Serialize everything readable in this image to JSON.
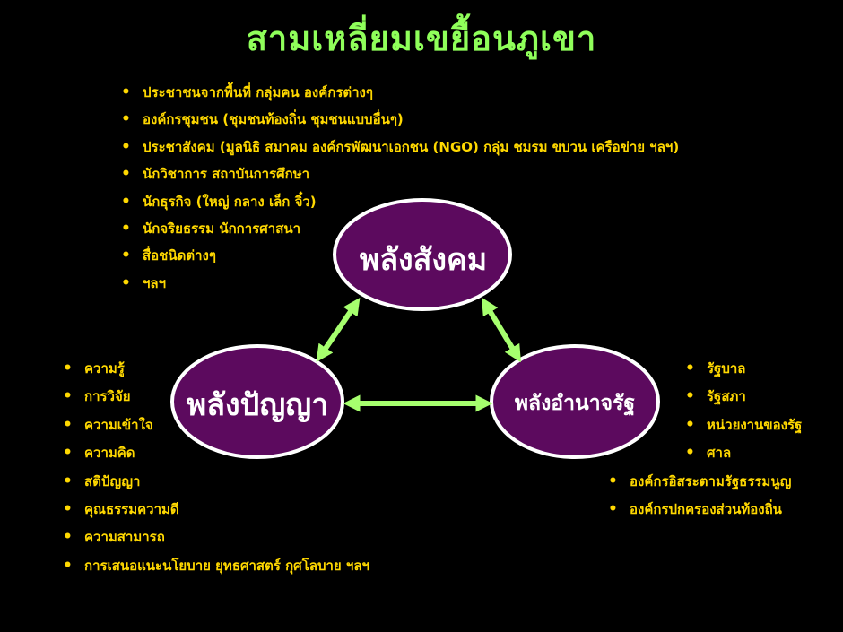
{
  "title": "สามเหลี่ยมเขยื้อนภูเขา",
  "nodes": {
    "social": "พลังสังคม",
    "wisdom": "พลังปัญญา",
    "state": "พลังอำนาจรัฐ"
  },
  "lists": {
    "top": [
      "ประชาชนจากพื้นที่ กลุ่มคน องค์กรต่างๆ",
      "องค์กรชุมชน (ชุมชนท้องถิ่น ชุมชนแบบอื่นๆ)",
      "ประชาสังคม (มูลนิธิ สมาคม องค์กรพัฒนาเอกชน (NGO) กลุ่ม ชมรม ขบวน เครือข่าย ฯลฯ)",
      "นักวิชาการ สถาบันการศึกษา",
      "นักธุรกิจ (ใหญ่ กลาง เล็ก จิ๋ว)",
      "นักจริยธรรม นักการศาสนา",
      "สื่อชนิดต่างๆ",
      "ฯลฯ"
    ],
    "left": [
      "ความรู้",
      "การวิจัย",
      "ความเข้าใจ",
      "ความคิด",
      "สติปัญญา",
      "คุณธรรมความดี",
      "ความสามารถ",
      "การเสนอแนะนโยบาย ยุทธศาสตร์ กุศโลบาย ฯลฯ"
    ],
    "right": [
      "รัฐบาล",
      "รัฐสภา",
      "หน่วยงานของรัฐ",
      "ศาล",
      "องค์กรอิสระตามรัฐธรรมนูญ",
      "องค์กรปกครองส่วนท้องถิ่น"
    ]
  },
  "colors": {
    "background": "#000000",
    "title": "#8fff5a",
    "list_text": "#ffd800",
    "node_fill": "#5c0a5e",
    "node_border": "#ffffff",
    "arrow": "#a6ff6e"
  }
}
